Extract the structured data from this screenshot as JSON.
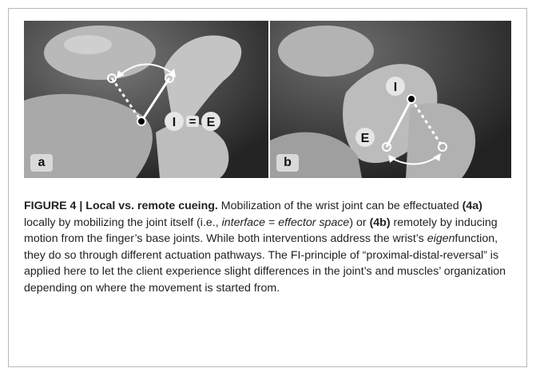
{
  "figure": {
    "panel_a": {
      "label": "a",
      "badge_i": "I",
      "badge_eq": "=",
      "badge_e": "E"
    },
    "panel_b": {
      "label": "b",
      "badge_i": "I",
      "badge_e": "E"
    }
  },
  "caption": {
    "heading": "FIGURE 4 | Local vs. remote cueing.",
    "t1": " Mobilization of the wrist joint can be effectuated ",
    "ref_a": "(4a)",
    "t2": " locally by mobilizing the joint itself (i.e., ",
    "italic1": "interface",
    "t3": " = ",
    "italic2": "effector space",
    "t4": ") or ",
    "ref_b": "(4b)",
    "t5": " remotely by inducing motion from the finger’s base joints. While both interventions address the wrist’s ",
    "italic3": "eigen",
    "t6": "function, they do so through different actuation pathways. The FI-principle of “proximal-distal-reversal” is applied here to let the client experience slight differences in the joint’s and muscles’ organization depending on where the movement is started from."
  },
  "colors": {
    "frame_border": "#b9b9b9",
    "photo_bg": "#2e2e2e",
    "caption_text": "#222222"
  }
}
